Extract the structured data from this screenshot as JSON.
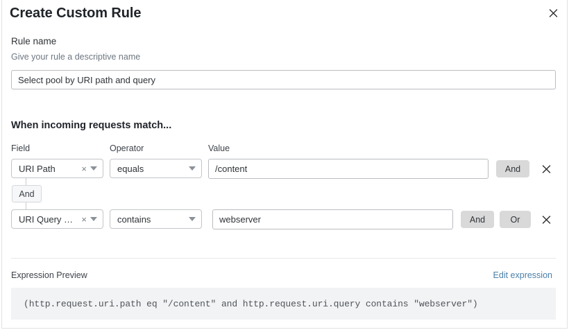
{
  "dialog": {
    "title": "Create Custom Rule",
    "close_icon": "close-icon"
  },
  "rule_name": {
    "label": "Rule name",
    "hint": "Give your rule a descriptive name",
    "value": "Select pool by URI path and query",
    "placeholder": "Select pool by URI path and query"
  },
  "conditions": {
    "heading": "When incoming requests match...",
    "columns": {
      "field": "Field",
      "operator": "Operator",
      "value": "Value"
    },
    "connector": "And",
    "rows": [
      {
        "field": "URI Path",
        "operator": "equals",
        "value": "/content",
        "value_placeholder": "/content",
        "clear_icon": "×",
        "buttons": [
          "And"
        ],
        "delete_icon": "✖"
      },
      {
        "field": "URI Query St...",
        "operator": "contains",
        "value": "webserver",
        "value_placeholder": "webserver",
        "clear_icon": "×",
        "buttons": [
          "And",
          "Or"
        ],
        "delete_icon": "✖"
      }
    ]
  },
  "preview": {
    "label": "Expression Preview",
    "edit_link": "Edit expression",
    "expression": "(http.request.uri.path eq \"/content\" and http.request.uri.query contains \"webserver\")"
  },
  "colors": {
    "link": "#4a7fa8",
    "pill": "#d9d9d9",
    "preview_bg": "#f2f3f4"
  }
}
